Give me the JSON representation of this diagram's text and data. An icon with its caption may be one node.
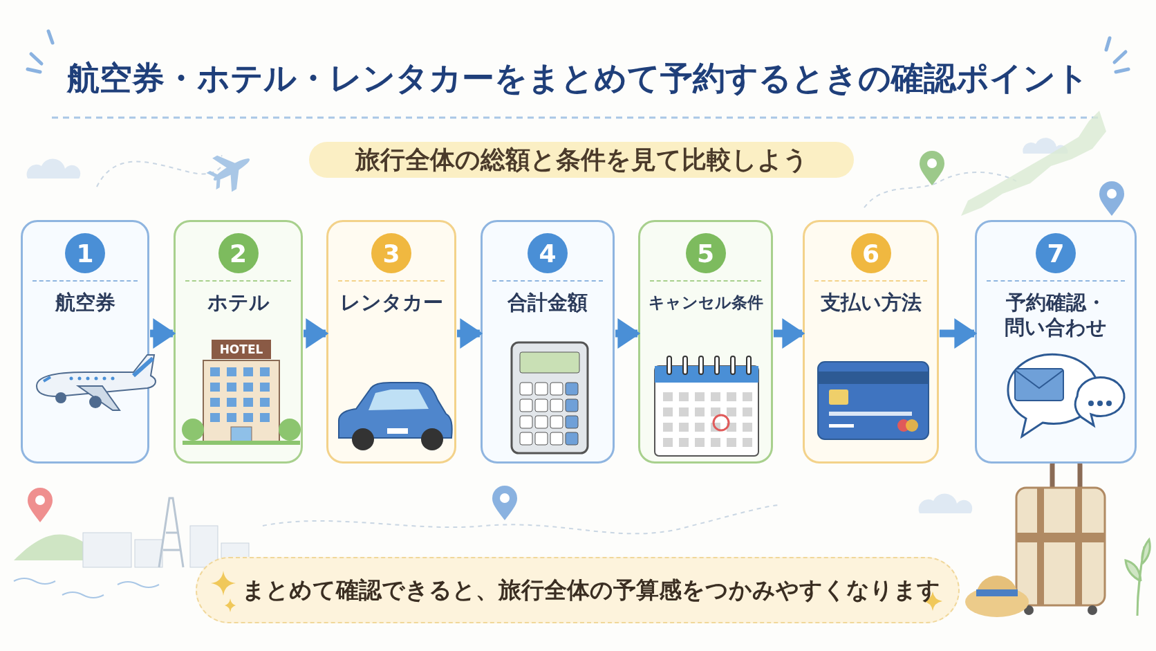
{
  "diagram": {
    "title": "航空券・ホテル・レンタカーをまとめて予約するときの確認ポイント",
    "caption": "まとめて確認できると、旅行全体の予算感をつかみやすくなります",
    "nodes": [
      {
        "text": [
          "1",
          "航空券"
        ]
      },
      {
        "text": [
          "2",
          "ホテル"
        ]
      },
      {
        "text": [
          "3",
          "レンタカー"
        ]
      },
      {
        "text": [
          "4",
          "合計金額"
        ]
      },
      {
        "text": [
          "5",
          "キャンセル条件"
        ]
      },
      {
        "text": [
          "6",
          "支払い方法"
        ]
      },
      {
        "text": [
          "7",
          "予約確認・問い合わせ"
        ]
      }
    ],
    "edges": [
      {
        "from": 0,
        "to": 1,
        "arrow": "to"
      },
      {
        "from": 1,
        "to": 2,
        "arrow": "to"
      },
      {
        "from": 2,
        "to": 3,
        "arrow": "to"
      },
      {
        "from": 3,
        "to": 4,
        "arrow": "to"
      },
      {
        "from": 4,
        "to": 5,
        "arrow": "to"
      },
      {
        "from": 5,
        "to": 6,
        "arrow": "to"
      }
    ],
    "labels": [
      "旅行全体の総額と条件を見て比較しよう",
      "HOTEL"
    ]
  }
}
